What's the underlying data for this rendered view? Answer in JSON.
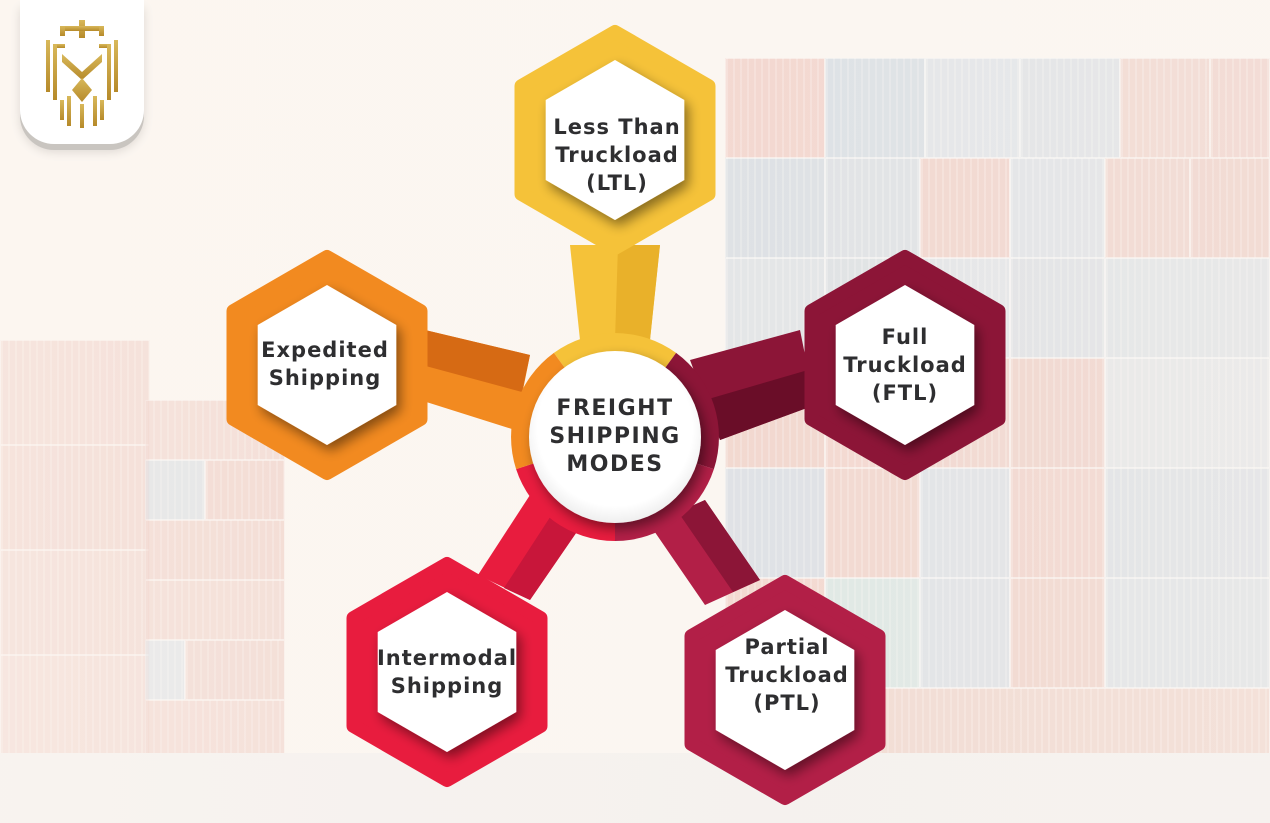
{
  "logo": {
    "name": "brand-logo",
    "color": "#c9a13b"
  },
  "center": {
    "lines": [
      "FREIGHT",
      "SHIPPING",
      "MODES"
    ]
  },
  "nodes": [
    {
      "id": "ltl",
      "lines": [
        "Less Than",
        "Truckload",
        "(LTL)"
      ],
      "color": "#f5c239",
      "dark": "#e0a91e"
    },
    {
      "id": "ftl",
      "lines": [
        "Full",
        "Truckload",
        "(FTL)"
      ],
      "color": "#8c1537",
      "dark": "#6a0d28"
    },
    {
      "id": "ptl",
      "lines": [
        "Partial",
        "Truckload",
        "(PTL)"
      ],
      "color": "#b21f47",
      "dark": "#8c1537"
    },
    {
      "id": "intermodal",
      "lines": [
        "Intermodal",
        "Shipping"
      ],
      "color": "#e81c3e",
      "dark": "#c8163a"
    },
    {
      "id": "expedited",
      "lines": [
        "Expedited",
        "Shipping"
      ],
      "color": "#f28a20",
      "dark": "#d66a14"
    }
  ]
}
